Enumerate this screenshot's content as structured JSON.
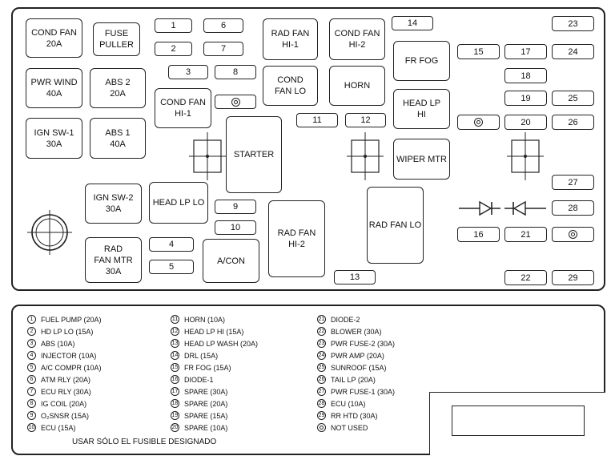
{
  "fuses": {
    "cond_fan_20a": "COND FAN\n20A",
    "fuse_puller": "FUSE\nPULLER",
    "rad_fan_hi1": "RAD FAN\nHI-1",
    "cond_fan_hi2": "COND FAN\nHI-2",
    "fr_fog": "FR FOG",
    "pwr_wind": "PWR WIND\n40A",
    "abs2": "ABS 2\n20A",
    "cond_fan_lo": "COND\nFAN LO",
    "horn": "HORN",
    "cond_fan_hi1": "COND FAN\nHI-1",
    "head_lp_hi": "HEAD LP\nHI",
    "ign_sw1": "IGN SW-1\n30A",
    "abs1": "ABS 1\n40A",
    "starter": "STARTER",
    "wiper_mtr": "WIPER MTR",
    "ign_sw2": "IGN SW-2\n30A",
    "head_lp_lo": "HEAD LP LO",
    "rad_fan_lo": "RAD FAN LO",
    "rad_fan_hi2": "RAD FAN\nHI-2",
    "rad_fan_mtr": "RAD\nFAN MTR\n30A",
    "acon": "A/CON"
  },
  "slots": [
    "1",
    "2",
    "3",
    "4",
    "5",
    "6",
    "7",
    "8",
    "9",
    "10",
    "11",
    "12",
    "13",
    "14",
    "15",
    "16",
    "17",
    "18",
    "19",
    "20",
    "21",
    "22",
    "23",
    "24",
    "25",
    "26",
    "27",
    "28",
    "29"
  ],
  "legend": [
    {
      "num": "1",
      "text": "FUEL PUMP (20A)"
    },
    {
      "num": "2",
      "text": "HD LP LO (15A)"
    },
    {
      "num": "3",
      "text": "ABS (10A)"
    },
    {
      "num": "4",
      "text": "INJECTOR (10A)"
    },
    {
      "num": "5",
      "text": "A/C COMPR (10A)"
    },
    {
      "num": "6",
      "text": "ATM RLY (20A)"
    },
    {
      "num": "7",
      "text": "ECU RLY (30A)"
    },
    {
      "num": "8",
      "text": "IG COIL (20A)"
    },
    {
      "num": "9",
      "text": "O₂SNSR (15A)"
    },
    {
      "num": "10",
      "text": "ECU (15A)"
    },
    {
      "num": "11",
      "text": "HORN (10A)"
    },
    {
      "num": "12",
      "text": "HEAD LP HI (15A)"
    },
    {
      "num": "13",
      "text": "HEAD LP WASH (20A)"
    },
    {
      "num": "14",
      "text": "DRL (15A)"
    },
    {
      "num": "15",
      "text": "FR FOG (15A)"
    },
    {
      "num": "16",
      "text": "DIODE-1"
    },
    {
      "num": "17",
      "text": "SPARE (30A)"
    },
    {
      "num": "18",
      "text": "SPARE (20A)"
    },
    {
      "num": "19",
      "text": "SPARE (15A)"
    },
    {
      "num": "20",
      "text": "SPARE (10A)"
    },
    {
      "num": "21",
      "text": "DIODE-2"
    },
    {
      "num": "22",
      "text": "BLOWER (30A)"
    },
    {
      "num": "23",
      "text": "PWR FUSE-2 (30A)"
    },
    {
      "num": "24",
      "text": "PWR AMP (20A)"
    },
    {
      "num": "25",
      "text": "SUNROOF (15A)"
    },
    {
      "num": "26",
      "text": "TAIL LP (20A)"
    },
    {
      "num": "27",
      "text": "PWR FUSE-1 (30A)"
    },
    {
      "num": "28",
      "text": "ECU (10A)"
    },
    {
      "num": "29",
      "text": "RR HTD (30A)"
    },
    {
      "num": "",
      "text": "NOT USED"
    }
  ],
  "footer_note": "USAR SÓLO EL FUSIBLE DESIGNADO"
}
